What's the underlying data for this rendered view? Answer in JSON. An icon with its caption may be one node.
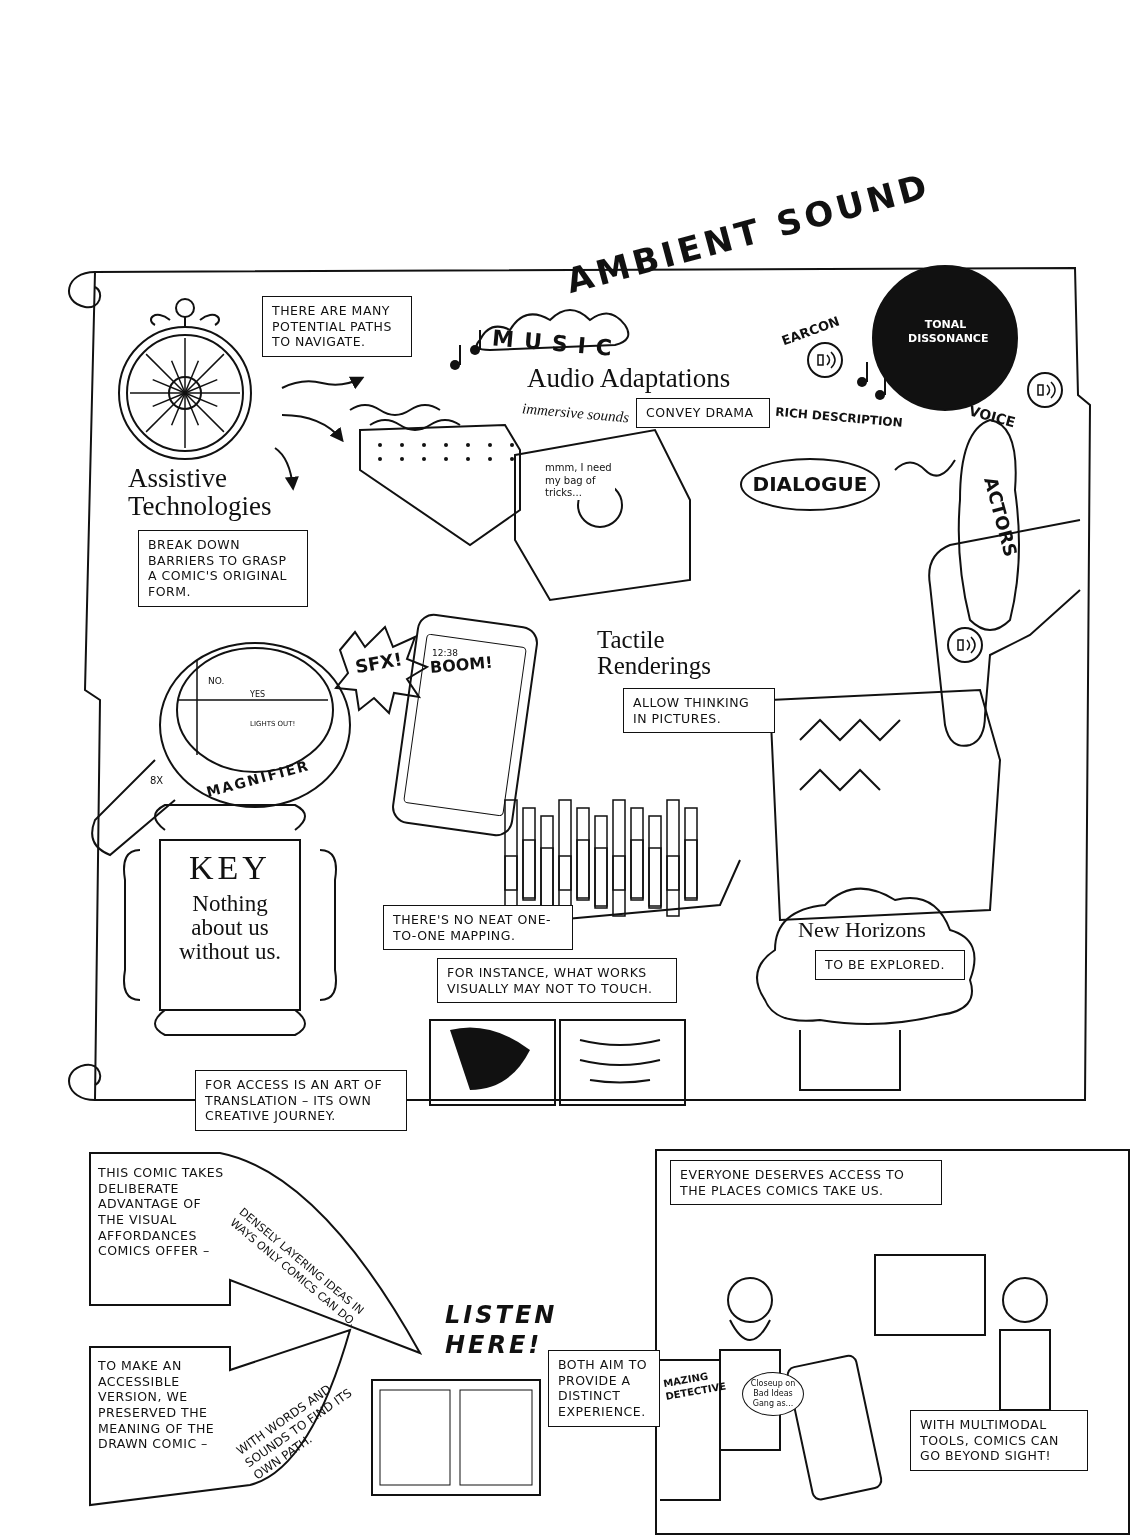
{
  "diagram": {
    "labels": [
      "AMBIENT SOUND",
      "THERE ARE MANY POTENTIAL PATHS TO NAVIGATE.",
      "MUSIC",
      "EARCON",
      "TONAL DISSONANCE",
      "Audio Adaptations",
      "immersive sounds",
      "CONVEY DRAMA",
      "RICH DESCRIPTION",
      "VOICE",
      "ACTORS",
      "Assistive Technologies",
      "DIALOGUE",
      "BREAK DOWN BARRIERS TO GRASP A COMIC'S ORIGINAL FORM.",
      "mmm, I need my bag of tricks...",
      "12:38",
      "Tactile Renderings",
      "NO.",
      "YES",
      "LIGHTS OUT!",
      "SFX!",
      "BOOM!",
      "ALLOW THINKING IN PICTURES.",
      "8X",
      "MAGNIFIER",
      "KEY",
      "Nothing about us without us.",
      "THERE'S NO NEAT ONE-TO-ONE MAPPING.",
      "New Horizons",
      "TO BE EXPLORED.",
      "FOR INSTANCE, WHAT WORKS VISUALLY MAY NOT TO TOUCH.",
      "FOR ACCESS IS AN ART OF TRANSLATION – ITS OWN CREATIVE JOURNEY.",
      "THIS COMIC TAKES DELIBERATE ADVANTAGE OF THE VISUAL AFFORDANCES COMICS OFFER –",
      "DENSELY LAYERING IDEAS IN WAYS ONLY COMICS CAN DO.",
      "LISTEN HERE!",
      "EVERYONE DESERVES ACCESS TO THE PLACES COMICS TAKE US.",
      "TO MAKE AN ACCESSIBLE VERSION, WE PRESERVED THE MEANING OF THE DRAWN COMIC –",
      "WITH WORDS AND SOUNDS TO FIND ITS OWN PATH.",
      "BOTH AIM TO PROVIDE A DISTINCT EXPERIENCE.",
      "MAZING DETECTIVE",
      "Closeup on Bad Ideas Gang as...",
      "WITH MULTIMODAL TOOLS, COMICS CAN GO BEYOND SIGHT!"
    ]
  }
}
